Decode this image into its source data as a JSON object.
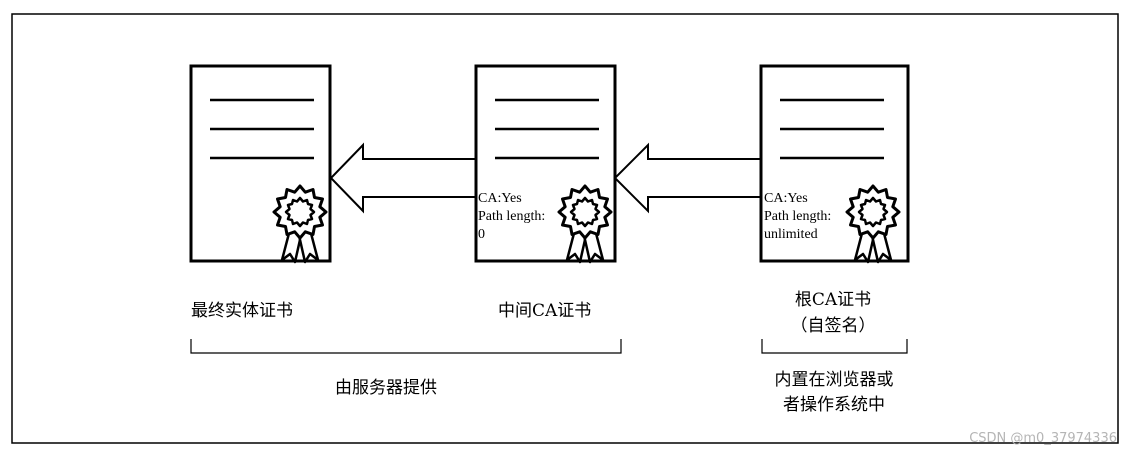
{
  "certificates": [
    {
      "label": "最终实体证书",
      "sublabel": "",
      "ca": "",
      "path_label": "",
      "path_value": ""
    },
    {
      "label": "中间CA证书",
      "sublabel": "",
      "ca": "CA:Yes",
      "path_label": "Path length:",
      "path_value": "0"
    },
    {
      "label": "根CA证书",
      "sublabel": "（自签名）",
      "ca": "CA:Yes",
      "path_label": "Path length:",
      "path_value": "unlimited"
    }
  ],
  "groups": {
    "server": "由服务器提供",
    "builtin_line1": "内置在浏览器或",
    "builtin_line2": "者操作系统中"
  },
  "watermark": "CSDN @m0_37974336"
}
